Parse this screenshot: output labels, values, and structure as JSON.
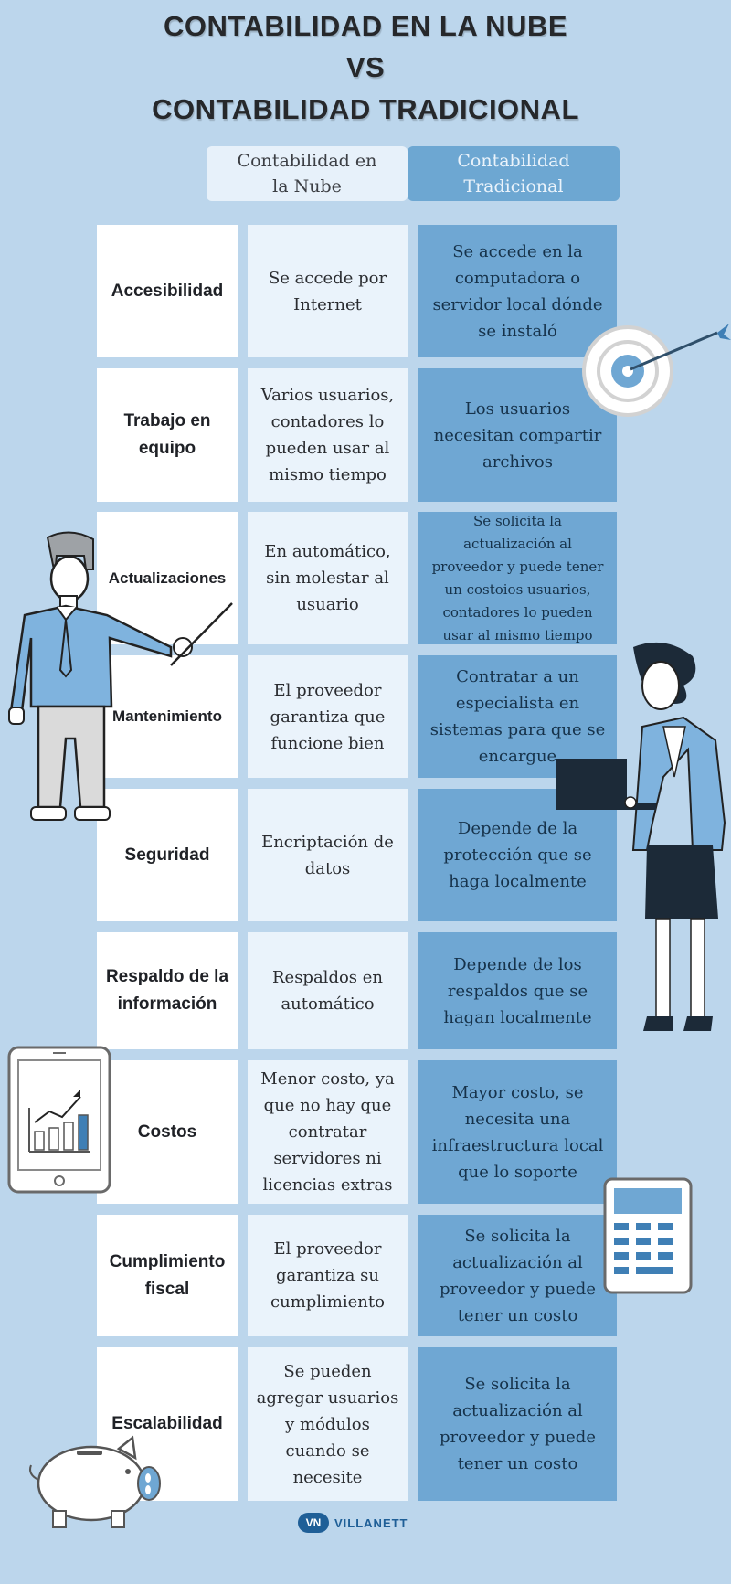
{
  "title": {
    "line1": "CONTABILIDAD EN LA NUBE",
    "line2": "VS",
    "line3": "CONTABILIDAD TRADICIONAL"
  },
  "headers": {
    "cloud": "Contabilidad en\nla Nube",
    "traditional": "Contabilidad\nTradicional"
  },
  "rows": [
    {
      "label": "Accesibilidad",
      "cloud": "Se accede por\nInternet",
      "traditional": "Se accede en la\ncomputadora o\nservidor local dónde\nse instaló"
    },
    {
      "label": "Trabajo en\nequipo",
      "cloud": "Varios usuarios,\ncontadores lo\npueden usar al\nmismo tiempo",
      "traditional": "Los usuarios\nnecesitan compartir\narchivos"
    },
    {
      "label": "Actualizaciones",
      "cloud": "En automático,\nsin molestar al\nusuario",
      "traditional": "Se solicita la\nactualización al\nproveedor y puede tener\nun costoios usuarios,\ncontadores lo pueden\nusar al mismo tiempo"
    },
    {
      "label": "Mantenimiento",
      "cloud": "El proveedor\ngarantiza que\nfuncione bien",
      "traditional": "Contratar a un\nespecialista en\nsistemas para que se\nencargue"
    },
    {
      "label": "Seguridad",
      "cloud": "Encriptación de\ndatos",
      "traditional": "Depende de la\nprotección que se\nhaga localmente"
    },
    {
      "label": "Respaldo de la\ninformación",
      "cloud": "Respaldos en\nautomático",
      "traditional": "Depende de los\nrespaldos que se\nhagan localmente"
    },
    {
      "label": "Costos",
      "cloud": "Menor costo, ya\nque no hay que\ncontratar\nservidores ni\nlicencias extras",
      "traditional": "Mayor costo, se\nnecesita una\ninfraestructura local\nque lo soporte"
    },
    {
      "label": "Cumplimiento\nfiscal",
      "cloud": "El proveedor\ngarantiza su\ncumplimiento",
      "traditional": "Se solicita la\nactualización al\nproveedor y puede\ntener un costo"
    },
    {
      "label": "Escalabilidad",
      "cloud": "Se pueden\nagregar usuarios\ny módulos\ncuando se\nnecesite",
      "traditional": "Se solicita la\nactualización al\nproveedor y puede\ntener un costo"
    }
  ],
  "logo": {
    "badge": "VN",
    "text": "VILLANETT"
  },
  "illustrations": [
    "target-icon",
    "man-pointer-figure",
    "woman-laptop-figure",
    "tablet-chart-icon",
    "calculator-icon",
    "piggy-bank-icon"
  ],
  "colors": {
    "background": "#bcd6ec",
    "traditional_column": "#6fa7d3",
    "cloud_column": "#eaf3fb",
    "label_column": "#ffffff",
    "brand": "#1f5f97"
  }
}
